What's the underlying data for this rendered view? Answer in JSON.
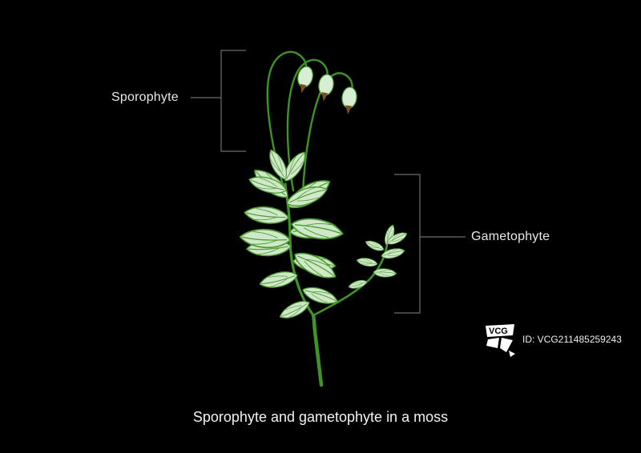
{
  "diagram": {
    "labels": {
      "sporophyte": "Sporophyte",
      "gametophyte": "Gametophyte"
    },
    "caption": "Sporophyte and gametophyte in a moss",
    "subject": "moss-plant-illustration"
  },
  "watermark": {
    "logo_text": "VCG",
    "id_text": "ID: VCG211485259243"
  },
  "colors": {
    "background": "#000000",
    "stem_green": "#3f9327",
    "leaf_fill": "#cfe8c8",
    "leaf_outline": "#4d9a33",
    "capsule_fill": "#d8eed4",
    "capsule_tip": "#7a4e1f",
    "bracket_gray": "#6e6e6e",
    "text_white": "#f2f2f2"
  }
}
